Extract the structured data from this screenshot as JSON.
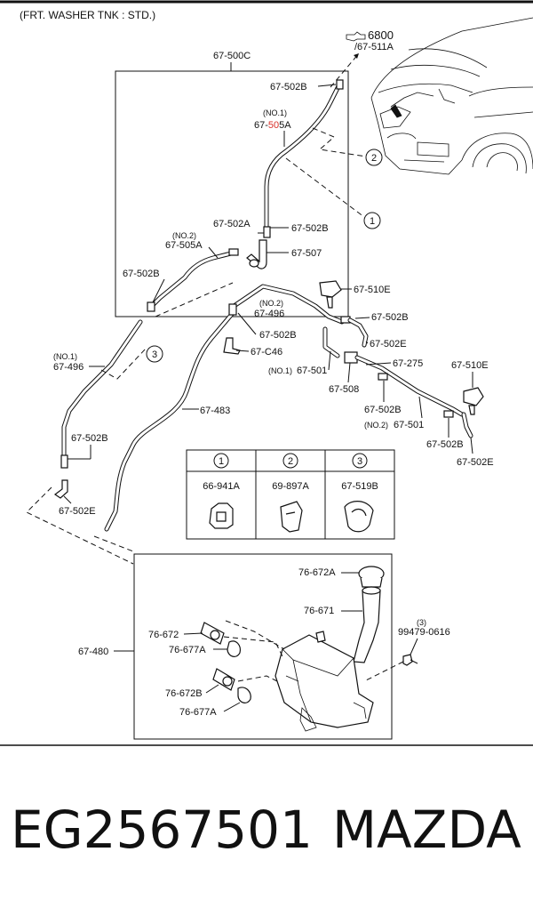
{
  "header": {
    "title": "(FRT. WASHER TNK : STD.)"
  },
  "reference": {
    "arrow_label": "6800",
    "sub_label": "/67-511A"
  },
  "labels": {
    "box_upper": "67-500C",
    "l502b_top": "67-502B",
    "no1_tag": "(NO.1)",
    "l505a_pre": "67-",
    "l505a_hl": "50",
    "l505a_post": "5A",
    "l502a": "67-502A",
    "l502b_mid": "67-502B",
    "no2_tag": "(NO.2)",
    "l505a_no2": "67-505A",
    "l507": "67-507",
    "l502b_left": "67-502B",
    "l510e_a": "67-510E",
    "no2_496": "(NO.2)",
    "l496_no2": "67-496",
    "l502b_r1": "67-502B",
    "l502b_c": "67-502B",
    "l502e_r": "67-502E",
    "no1_496": "(NO.1)",
    "l496_no1": "67-496",
    "lc46": "67-C46",
    "l275": "67-275",
    "l510e_b": "67-510E",
    "no1_501": "(NO.1)",
    "l501_no1": "67-501",
    "l508": "67-508",
    "l483": "67-483",
    "l502b_r2": "67-502B",
    "no2_501": "(NO.2)",
    "l501_no2": "67-501",
    "l502b_r3": "67-502B",
    "l502e_r2": "67-502E",
    "l502b_low": "67-502B",
    "l502e_low": "67-502E",
    "l672a": "76-672A",
    "l671": "76-671",
    "l480": "67-480",
    "l672": "76-672",
    "l677a_1": "76-677A",
    "l99479_qty": "(3)",
    "l99479": "99479-0616",
    "l672b": "76-672B",
    "l677a_2": "76-677A"
  },
  "callouts": [
    "2",
    "1",
    "3"
  ],
  "clip_table": {
    "columns": [
      {
        "num": "1",
        "part": "66-941A"
      },
      {
        "num": "2",
        "part": "69-897A"
      },
      {
        "num": "3",
        "part": "67-519B"
      }
    ]
  },
  "footer": {
    "part_number": "EG2567501",
    "brand": "MAZDA"
  }
}
